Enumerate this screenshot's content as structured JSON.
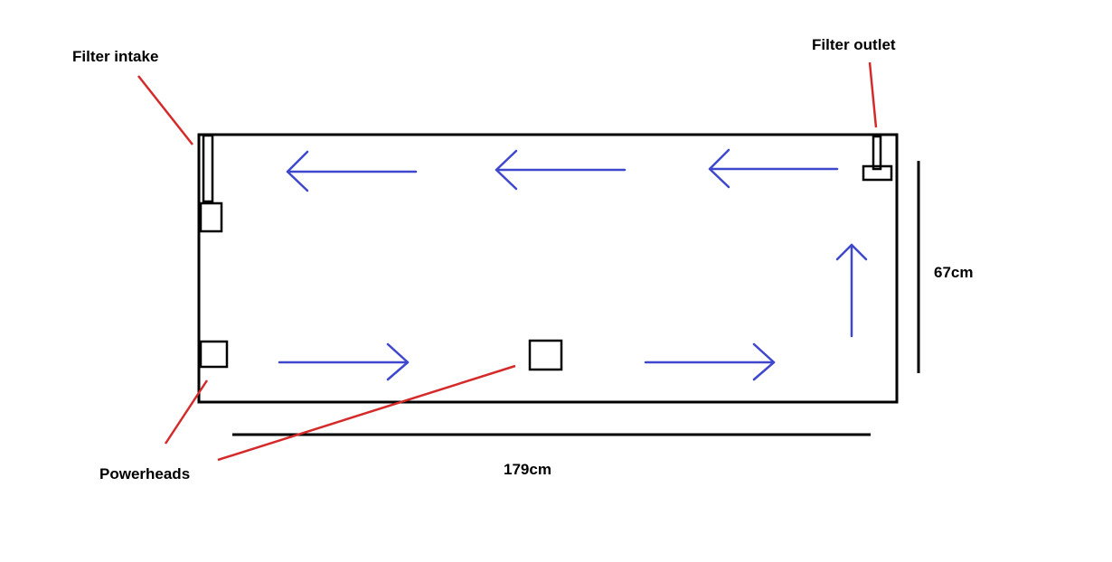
{
  "labels": {
    "filter_intake": "Filter intake",
    "filter_outlet": "Filter outlet",
    "powerheads": "Powerheads",
    "height_dimension": "67cm",
    "width_dimension": "179cm"
  },
  "colors": {
    "background": "#ffffff",
    "outline": "#000000",
    "leader_lines": "#d42a2a",
    "flow_arrows": "#3f48cc"
  }
}
